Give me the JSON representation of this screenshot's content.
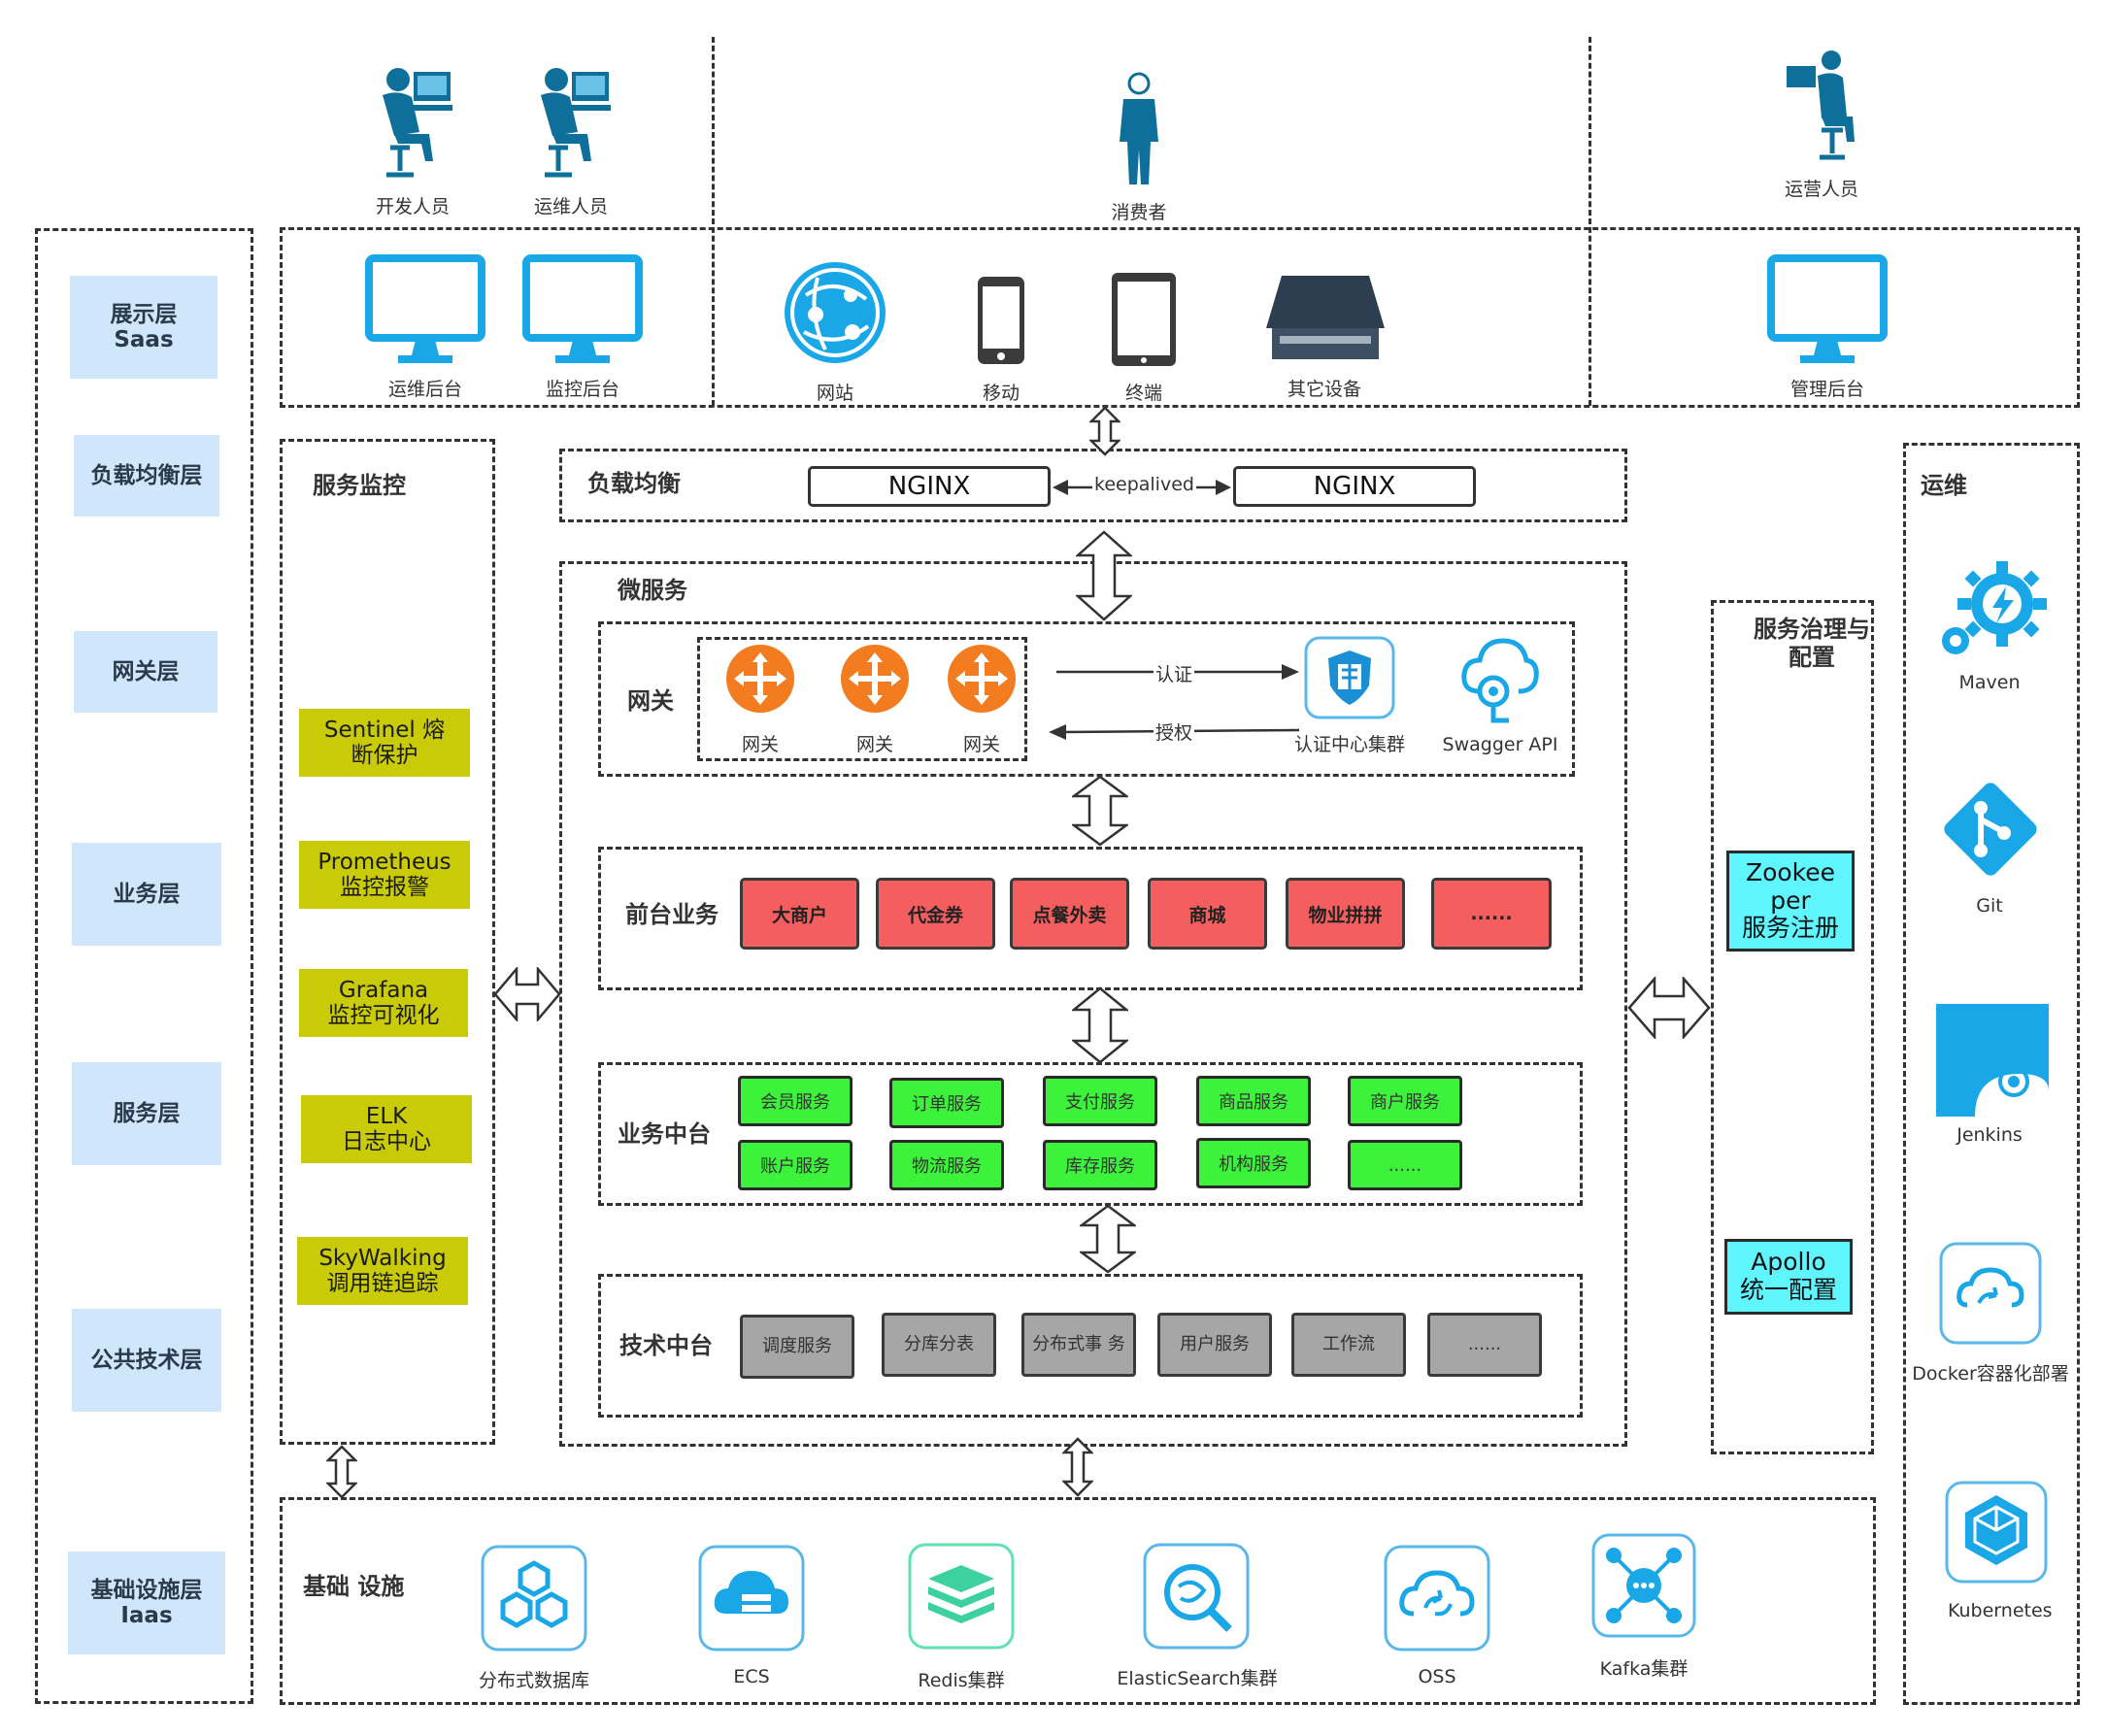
{
  "users": {
    "dev": "开发人员",
    "ops": "运维人员",
    "consumer": "消费者",
    "operator": "运营人员"
  },
  "clients": {
    "ops_console": "运维后台",
    "monitor_console": "监控后台",
    "website": "网站",
    "mobile": "移动",
    "terminal": "终端",
    "other_devices": "其它设备",
    "admin_console": "管理后台"
  },
  "layers": {
    "presentation": "展示层\nSaas",
    "load_balancing": "负载均衡层",
    "gateway": "网关层",
    "business": "业务层",
    "service": "服务层",
    "public_tech": "公共技术层",
    "infrastructure": "基础设施层\nIaas"
  },
  "monitoring": {
    "title": "服务监控",
    "items": [
      "Sentinel 熔\n断保护",
      "Prometheus\n监控报警",
      "Grafana\n监控可视化",
      "ELK\n日志中心",
      "SkyWalking\n调用链追踪"
    ]
  },
  "load_balancer": {
    "title": "负载均衡",
    "left": "NGINX",
    "right": "NGINX",
    "link": "keepalived"
  },
  "microservices": {
    "title": "微服务",
    "gateway": {
      "title": "网关",
      "nodes": [
        "网关",
        "网关",
        "网关"
      ],
      "auth_label": "认证",
      "grant_label": "授权",
      "auth_center": "认证中心集群",
      "swagger": "Swagger API"
    },
    "frontend": {
      "title": "前台业务",
      "items": [
        "大商户",
        "代金券",
        "点餐外卖",
        "商城",
        "物业拼拼",
        "......"
      ]
    },
    "middle": {
      "title": "业务中台",
      "row1": [
        "会员服务",
        "订单服务",
        "支付服务",
        "商品服务",
        "商户服务"
      ],
      "row2": [
        "账户服务",
        "物流服务",
        "库存服务",
        "机构服务",
        "......"
      ]
    },
    "tech": {
      "title": "技术中台",
      "items": [
        "调度服务",
        "分库分表",
        "分布式事\n务",
        "用户服务",
        "工作流",
        "......"
      ]
    }
  },
  "governance": {
    "title": "服务治理与\n配置",
    "zookeeper": "Zookee\nper\n服务注册",
    "apollo": "Apollo\n统一配置"
  },
  "devops": {
    "title": "运维",
    "tools": [
      "Maven",
      "Git",
      "Jenkins",
      "Docker容器化部署",
      "Kubernetes"
    ]
  },
  "infrastructure": {
    "title": "基础\n设施",
    "items": [
      "分布式数据库",
      "ECS",
      "Redis集群",
      "ElasticSearch集群",
      "OSS",
      "Kafka集群"
    ]
  },
  "colors": {
    "accent_blue": "#1aa7e8",
    "person_blue": "#0e6f9a",
    "layer_bg": "#cfe6fb",
    "yellow": "#c9cb07",
    "red": "#f55e5e",
    "green": "#3cf23a",
    "gray": "#a6a6a6",
    "cyan": "#5ff6ff",
    "orange": "#f47c20"
  }
}
